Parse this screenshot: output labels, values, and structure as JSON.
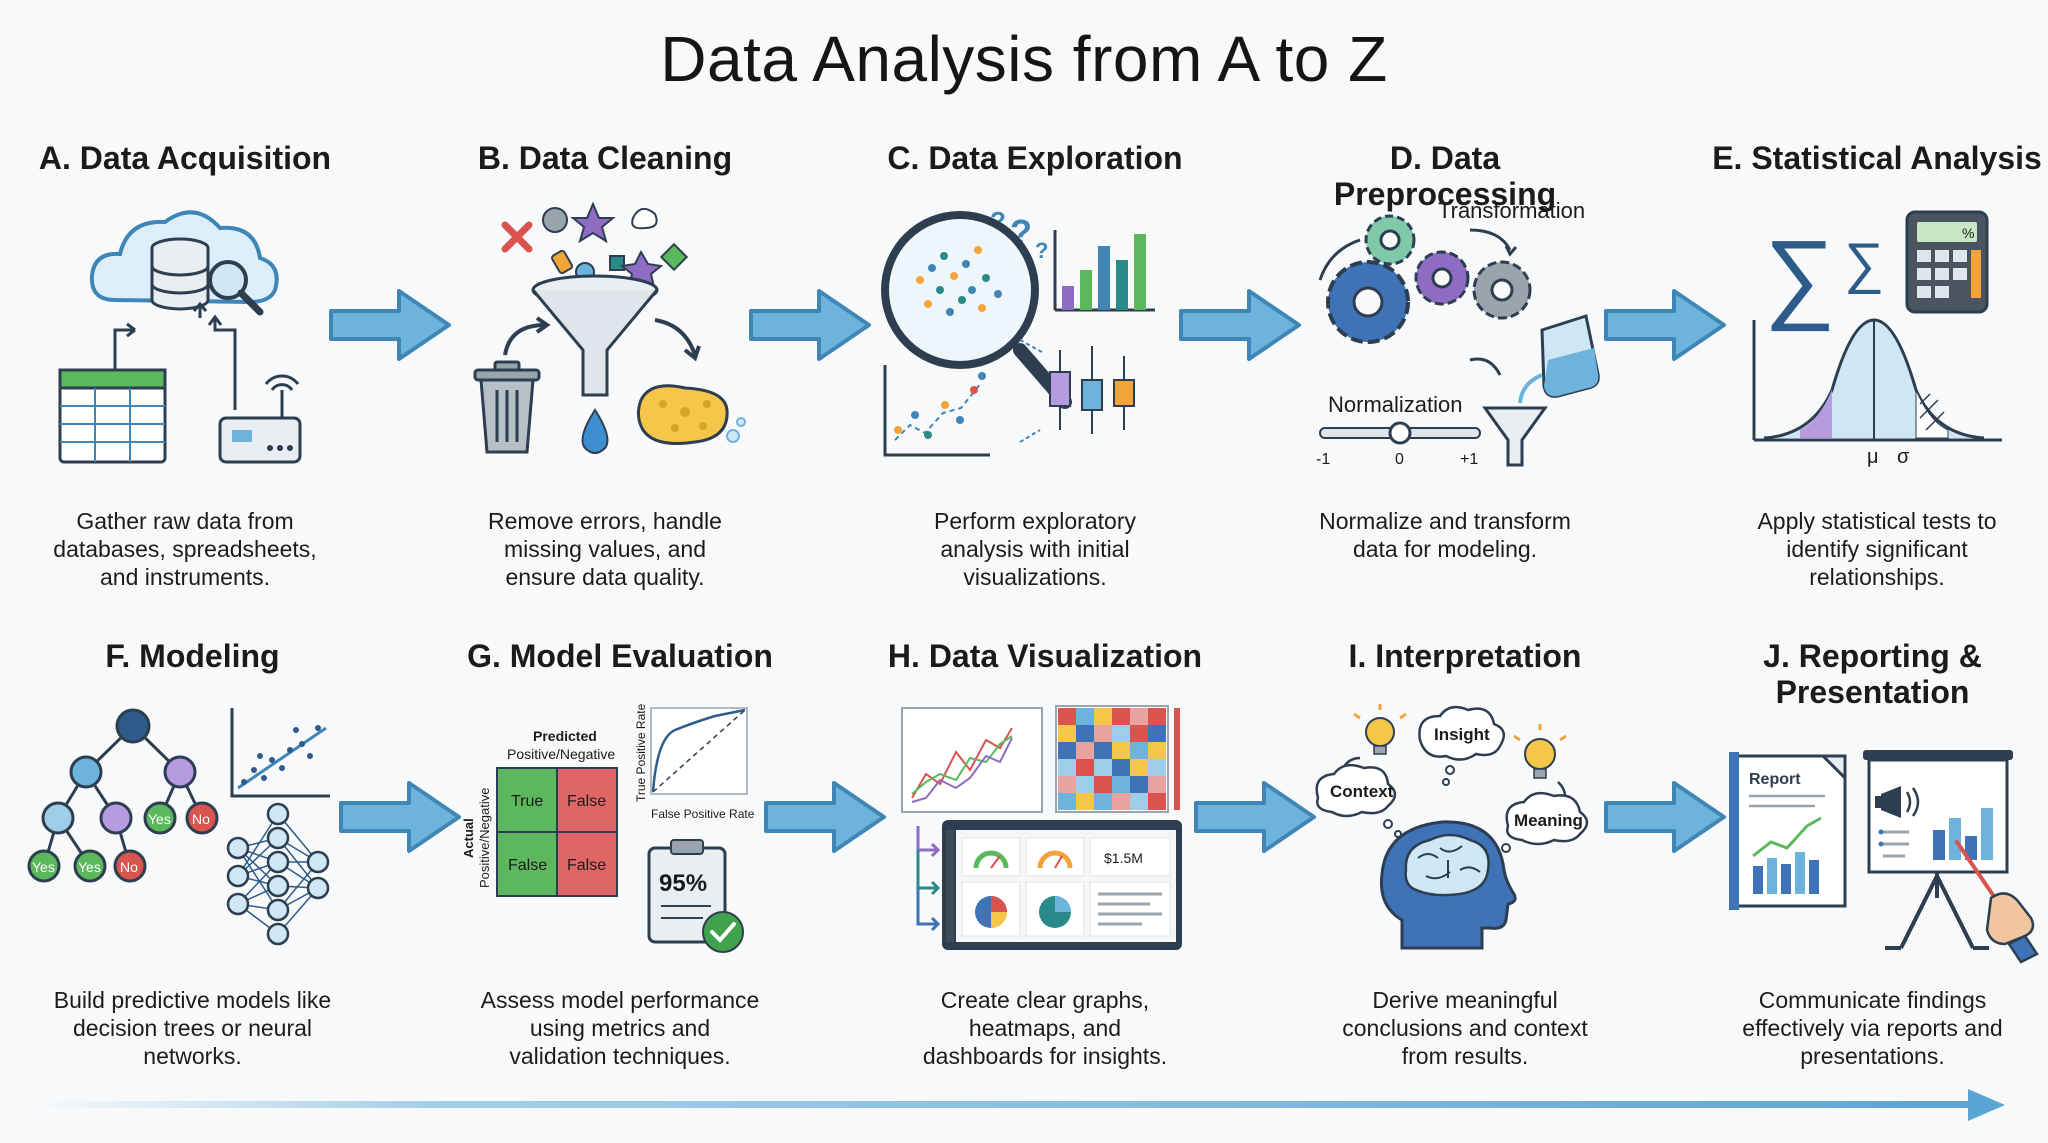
{
  "title": "Data Analysis from A to Z",
  "colors": {
    "arrow_fill": "#6db3dc",
    "arrow_stroke": "#3f86b6",
    "line_art": "#2d3e50",
    "green": "#3fa34d",
    "red": "#d9534f",
    "purple": "#8e6cc4",
    "orange": "#f2a33a",
    "teal": "#2a8a8a",
    "yellow": "#f5c64a"
  },
  "steps": [
    {
      "title": "A. Data Acquisition",
      "description": [
        "Gather raw data from",
        "databases, spreadsheets,",
        "and instruments."
      ]
    },
    {
      "title": "B. Data Cleaning",
      "description": [
        "Remove errors, handle",
        "missing values, and",
        "ensure data quality."
      ]
    },
    {
      "title": "C. Data Exploration",
      "description": [
        "Perform exploratory",
        "analysis with initial",
        "visualizations."
      ]
    },
    {
      "title": "D. Data Preprocessing",
      "description": [
        "Normalize and transform",
        "data for modeling."
      ]
    },
    {
      "title": "E. Statistical Analysis",
      "description": [
        "Apply statistical tests to",
        "identify significant",
        "relationships."
      ]
    },
    {
      "title": "F. Modeling",
      "description": [
        "Build predictive models like",
        "decision trees or neural",
        "networks."
      ]
    },
    {
      "title": "G. Model Evaluation",
      "description": [
        "Assess model performance",
        "using metrics and",
        "validation techniques."
      ]
    },
    {
      "title": "H. Data Visualization",
      "description": [
        "Create clear graphs,",
        "heatmaps, and",
        "dashboards for insights."
      ]
    },
    {
      "title": "I. Interpretation",
      "description": [
        "Derive meaningful",
        "conclusions and context",
        "from results."
      ]
    },
    {
      "title": "J. Reporting & Presentation",
      "title_lines": [
        "J. Reporting &",
        "Presentation"
      ],
      "description": [
        "Communicate findings",
        "effectively via reports and",
        "presentations."
      ]
    }
  ],
  "illustration_labels": {
    "preprocessing": {
      "transformation": "Transformation",
      "normalization": "Normalization",
      "min": "-1",
      "mid": "0",
      "max": "+1"
    },
    "statistics": {
      "sum_symbol": "∑",
      "mu": "μ",
      "sigma": "σ",
      "percent": "%"
    },
    "decision_tree": {
      "yes": "Yes",
      "no": "No"
    },
    "confusion_matrix": {
      "predicted": "Predicted",
      "pred_classes": "Positive/Negative",
      "actual": "Actual",
      "actual_classes": "Positive/Negative",
      "true_label": "True",
      "false_label": "False",
      "roc_y": "True Positive Rate",
      "roc_x": "False Positive Rate",
      "score": "95%"
    },
    "dashboard": {
      "value": "$1.5M"
    },
    "interpretation": {
      "insight": "Insight",
      "context": "Context",
      "meaning": "Meaning"
    },
    "report": {
      "title": "Report"
    },
    "exploration": {
      "question_marks": "?"
    }
  }
}
